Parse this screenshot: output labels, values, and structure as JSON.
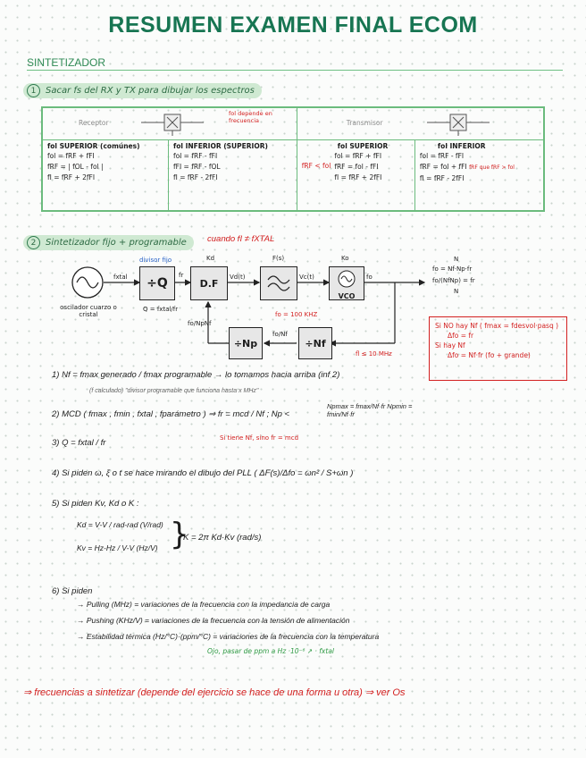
{
  "title": "RESUMEN EXAMEN FINAL ECOM",
  "section": "SINTETIZADOR",
  "item1": {
    "num": "1",
    "text": "Sacar fs del RX y TX para dibujar los espectros"
  },
  "table": {
    "receptor": "Receptor",
    "transmisor": "Transmisor",
    "red_note": "fol depende en frecuencia",
    "heads": [
      "fol SUPERIOR (comúnes)",
      "fol INFERIOR (SUPERIOR)",
      "fol SUPERIOR",
      "fol INFERIOR"
    ],
    "col1": [
      "fol = fRF + fFI",
      "fRF = | fOL - fol |",
      "fI = fRF + 2fFI"
    ],
    "col2": [
      "fol = fRF - fFI",
      "fFI = fRF - fOL",
      "fI = fRF - 2fFI"
    ],
    "col3_prefix": "fRF < fol",
    "col3": [
      "fol = fRF + fFI",
      "fRF = fol - fFI",
      "fI = fRF + 2fFI"
    ],
    "col4": [
      "fol = fRF - fFI",
      "fRF = fol + fFI",
      "fI = fRF - 2fFI"
    ],
    "col4_note": "fRF que fRF > fol"
  },
  "item2": {
    "num": "2",
    "text": "Sintetizador fijo + programable",
    "note": "cuando fI ≠ fXTAL"
  },
  "diagram": {
    "osc_label": "oscilador cuarzo o cristal",
    "fxtal": "fxtal",
    "divq": "÷Q",
    "divq_note": "divisor fijo",
    "q_eq": "Q = fxtal/fr",
    "kd": "Kd",
    "df": "D.F",
    "fr": "fr",
    "vd": "Vd(t)",
    "ft": "F(s)",
    "vc": "Vc(t)",
    "ko": "Ko",
    "vco": "VCO",
    "np": "÷Np",
    "nf": "÷Nf",
    "fo": "fo",
    "fo_np": "fo/NpNf",
    "fo_nf": "fo/Nf",
    "red_fo": "fo = 100 KHZ",
    "red_fl": "fl ≤ 10 MHz",
    "n_top": "N",
    "n_eq": "fo = Nf·Np·fr",
    "n_eq2": "fo/(NfNp) = fr",
    "n_bot": "N"
  },
  "redbox": {
    "l1": "Si NO hay Nf ( fmax = fdesvol·pasq )",
    "l2": "Δfo = fr",
    "l3": "Si hay Nf",
    "l4": "Δfo = Nf·fr (fo + grande)"
  },
  "steps": [
    {
      "n": "1)",
      "text": "Nf = fmax generado / fmax programable → lo tomamos hacia arriba (inf 2)",
      "note": "(f calculado) \"divisor programable que funciona hasta x MHz\""
    },
    {
      "n": "2)",
      "text": "MCD ( fmax , fmin , fxtal , fparámetro ) ⇒ fr = mcd / Nf ; Np <",
      "sub": "Npmax = fmax/Nf·fr   Npmin = fmin/Nf·fr",
      "red": "Si tiene Nf, sino fr = mcd"
    },
    {
      "n": "3)",
      "text": "Q = fxtal / fr"
    },
    {
      "n": "4)",
      "text": "Si piden ω, ξ o t se hace mirando el dibujo del PLL ( ΔF(s)/Δfo = ωn² / S+ωn )"
    },
    {
      "n": "5)",
      "text": "Si piden Kv, Kd o K :",
      "kd": "Kd = V-V / rad-rad (V/rad)",
      "kv": "Kv = Hz-Hz / V-V (Hz/V)",
      "k": "K = 2π Kd·Kv (rad/s)"
    },
    {
      "n": "6)",
      "text": "Si piden",
      "a": "→ Pulling (MHz) = variaciones de la frecuencia con la impedancia de carga",
      "b": "→ Pushing (KHz/V) = variaciones de la frecuencia con la tensión de alimentación",
      "c": "→ Estabilidad térmica (Hz/°C)·(ppm/°C) = variaciones de la frecuencia con la temperatura",
      "green": "Ojo, pasar de ppm a Hz ·10⁻⁶ ↗ · fxtal"
    }
  ],
  "final": "⇒ frecuencias a sintetizar (depende del ejercicio se hace de una forma u otra) ⇒ ver Os"
}
